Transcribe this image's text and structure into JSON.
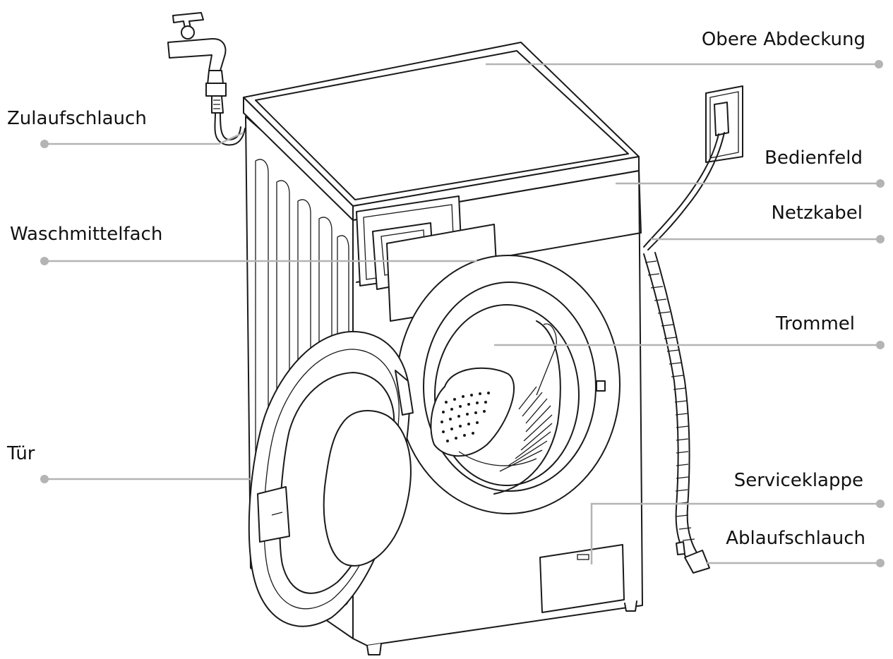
{
  "diagram": {
    "labels": {
      "obere_abdeckung": "Obere Abdeckung",
      "zulaufschlauch": "Zulaufschlauch",
      "bedienfeld": "Bedienfeld",
      "netzkabel": "Netzkabel",
      "waschmittelfach": "Waschmittelfach",
      "trommel": "Trommel",
      "tuer": "Tür",
      "serviceklappe": "Serviceklappe",
      "ablaufschlauch": "Ablaufschlauch"
    },
    "colors": {
      "leader_line": "#b4b4b4",
      "ink": "#1a1a1a",
      "text": "#111111",
      "background": "#ffffff"
    }
  }
}
